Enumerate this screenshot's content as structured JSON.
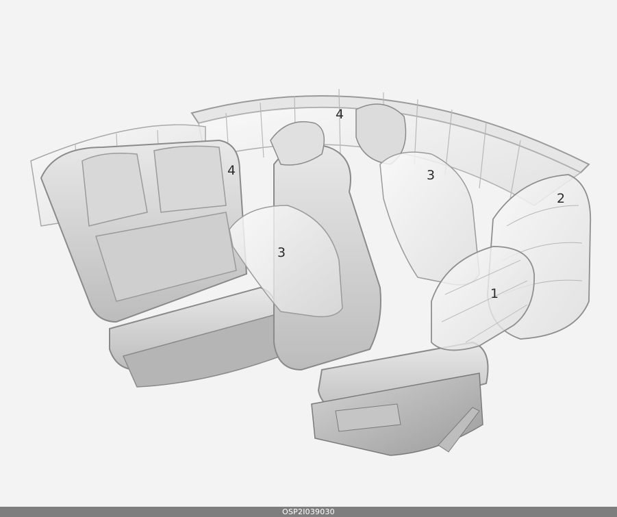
{
  "diagram": {
    "callouts": {
      "driver_front_airbag": "1",
      "passenger_front_airbag": "2",
      "side_airbag_front_right": "3",
      "side_airbag_front_left": "3",
      "curtain_airbag_rear": "4",
      "curtain_airbag_top": "4"
    }
  },
  "footer": {
    "code": "OSP2I039030"
  }
}
